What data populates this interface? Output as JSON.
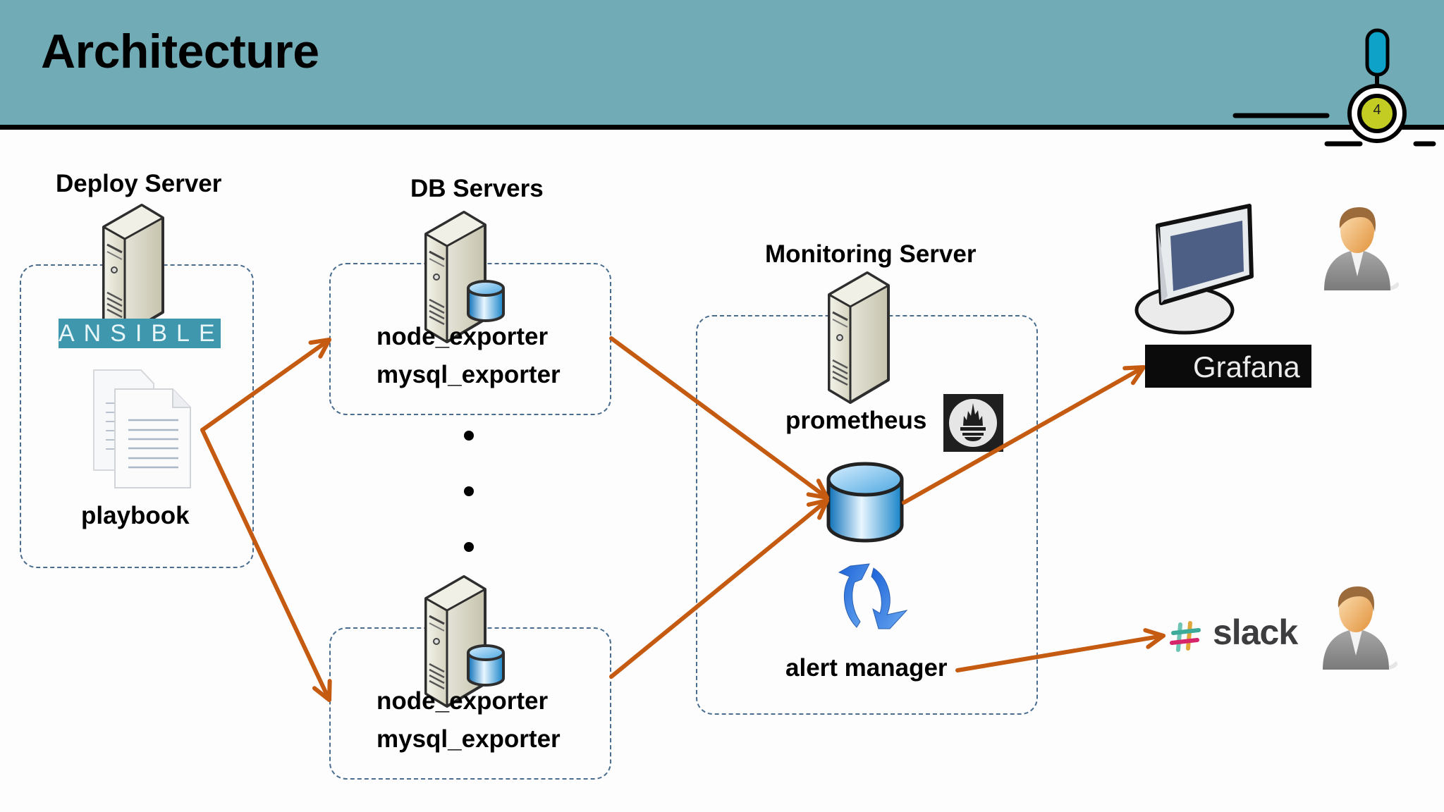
{
  "slide": {
    "title": "Architecture",
    "page_number": "4",
    "colors": {
      "header": "#70abb6",
      "arrow": "#c55a11",
      "dashed_border": "#4a6d8f",
      "ansible": "#3e97ad",
      "badge_inner": "#c3cc22",
      "badge_pill": "#0ea2c9"
    }
  },
  "groups": {
    "deploy": {
      "heading": "Deploy Server",
      "icons": [
        "server-icon",
        "ansible-logo",
        "documents-icon"
      ],
      "ansible_label": "ANSIBLE",
      "playbook_label": "playbook"
    },
    "db": {
      "heading": "DB Servers",
      "nodes": [
        {
          "lines": [
            "node_exporter",
            "mysql_exporter"
          ],
          "icon": "database-server-icon"
        },
        {
          "lines": [
            "node_exporter",
            "mysql_exporter"
          ],
          "icon": "database-server-icon"
        }
      ],
      "ellipsis": [
        "•",
        "•",
        "•"
      ]
    },
    "monitoring": {
      "heading": "Monitoring Server",
      "prometheus_label": "prometheus",
      "alert_label": "alert manager",
      "icons": [
        "server-icon",
        "prometheus-logo",
        "database-icon",
        "refresh-icon"
      ]
    },
    "outputs": {
      "grafana_label": "Grafana",
      "slack_label": "slack",
      "icons": [
        "monitor-icon",
        "user-icon",
        "grafana-logo",
        "slack-logo",
        "user-icon"
      ]
    }
  },
  "connections": [
    {
      "from": "playbook",
      "to": "db-server-1"
    },
    {
      "from": "playbook",
      "to": "db-server-n"
    },
    {
      "from": "db-server-1",
      "to": "prometheus-db"
    },
    {
      "from": "db-server-n",
      "to": "prometheus-db"
    },
    {
      "from": "prometheus-db",
      "to": "grafana"
    },
    {
      "from": "alert-manager",
      "to": "slack"
    }
  ]
}
